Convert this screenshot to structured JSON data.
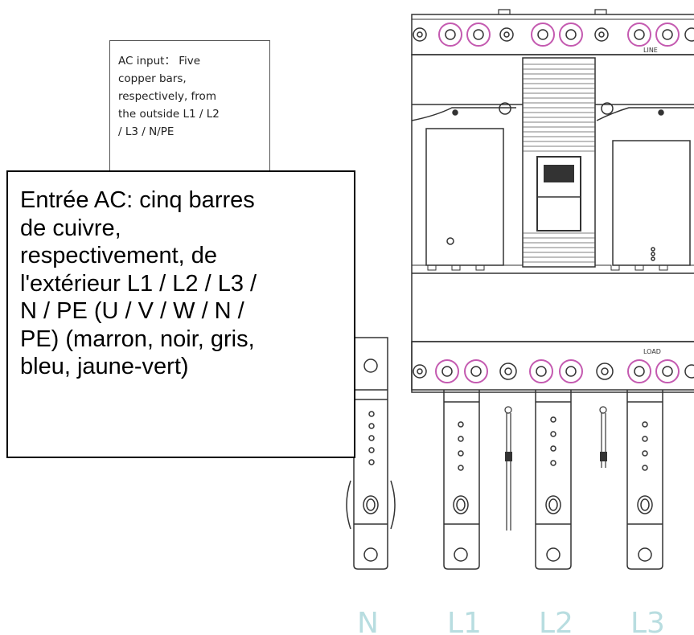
{
  "notes": {
    "english_lines": [
      "AC input： Five",
      "copper bars,",
      "respectively, from",
      "the outside L1 / L2",
      "/ L3 / N/PE"
    ],
    "french_lines": [
      "Entrée AC: cinq barres",
      "de cuivre,",
      "respectivement, de",
      "l'extérieur L1 / L2 / L3 /",
      "N / PE (U / V / W / N /",
      "PE) (marron, noir, gris,",
      "bleu, jaune-vert)"
    ]
  },
  "breaker_labels": {
    "line": "LINE",
    "load": "LOAD"
  },
  "phase_labels": [
    "N",
    "L1",
    "L2",
    "L3"
  ]
}
